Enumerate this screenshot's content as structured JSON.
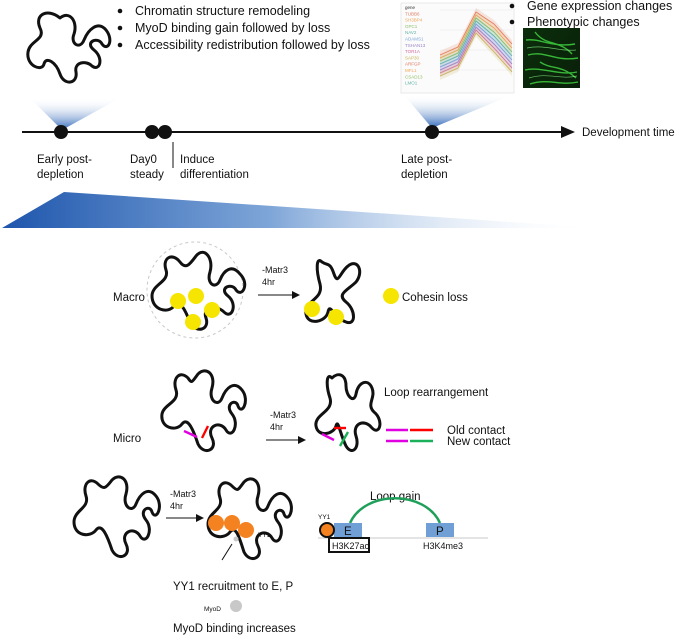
{
  "top_bullets": [
    "Chromatin structure remodeling",
    "MyoD binding gain followed by loss",
    "Accessibility redistribution followed by loss"
  ],
  "right_bullets": [
    "Gene expression changes",
    "Phenotypic changes"
  ],
  "timeline": {
    "axis_label": "Development time",
    "points": {
      "early": [
        "Early post-",
        "depletion"
      ],
      "day0": [
        "Day0",
        "steady"
      ],
      "induce": [
        "Induce",
        "differentiation"
      ],
      "late": [
        "Late post-",
        "depletion"
      ]
    }
  },
  "thumb_legend": [
    "gene",
    "TUBB6",
    "SH3BP4",
    "GPC1",
    "NAV2",
    "ADAMS1",
    "TSHAN13",
    "TOR1A",
    "SAP30",
    "ARFGP",
    "MFL1",
    "CSAD13",
    "LMO1"
  ],
  "thumb_colors": [
    "#e07a5f",
    "#f2a65a",
    "#8fbf6b",
    "#5fb3a6",
    "#7aa7d8",
    "#9a86c9",
    "#d46fa0",
    "#c9b458"
  ],
  "rows": {
    "macro": {
      "label": "Macro",
      "treatment": [
        "-Matr3",
        "4hr"
      ],
      "legend": "Cohesin loss"
    },
    "micro": {
      "label": "Micro",
      "treatment": [
        "-Matr3",
        "4hr"
      ],
      "title": "Loop rearrangement",
      "legend_old": "Old contact",
      "legend_new": "New contact"
    },
    "loop": {
      "treatment": [
        "-Matr3",
        "4hr"
      ],
      "yy1_label": "YY1",
      "yy1_recruit": "YY1 recruitment to E, P",
      "myod_label": "MyoD",
      "myod_increase": "MyoD binding increases",
      "loop_title": "Loop gain",
      "enh": "E",
      "enh_mark": "H3K27ac",
      "prom": "P",
      "prom_mark": "H3K4me3"
    }
  },
  "colors": {
    "cohesin": "#f5e500",
    "yy1": "#f58220",
    "loop_arc": "#1fa05a",
    "box_blue": "#6f9fd4",
    "old_a": "#e000e0",
    "old_b": "#ff0000",
    "new_a": "#e000e0",
    "new_b": "#1cb05a",
    "myod": "#c8c8c8",
    "timeline_blue": "#2f67b8"
  }
}
